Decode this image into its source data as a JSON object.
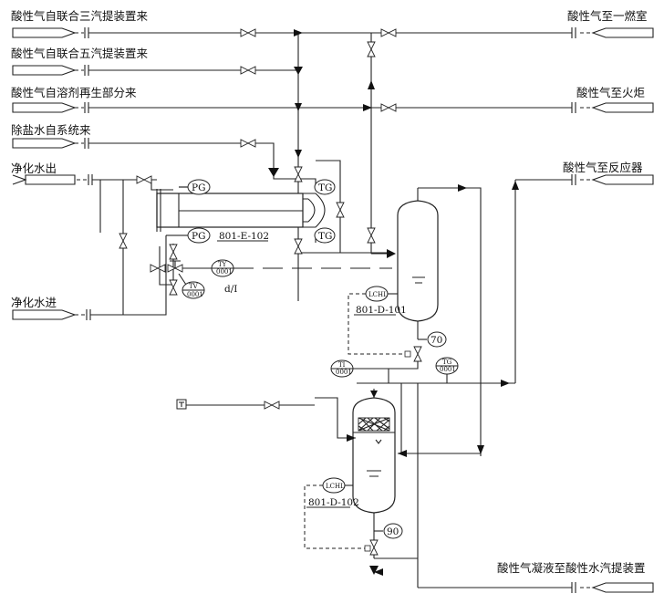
{
  "inlets": {
    "acid_gas_unit3": "酸性气自联合三汽提装置来",
    "acid_gas_unit5": "酸性气自联合五汽提装置来",
    "acid_gas_solvent": "酸性气自溶剂再生部分来",
    "demin_water": "除盐水自系统来",
    "clean_water_out": "净化水出",
    "clean_water_in": "净化水进"
  },
  "outlets": {
    "to_burner": "酸性气至一燃室",
    "to_flare": "酸性气至火炬",
    "to_reactor": "酸性气至反应器",
    "to_stripper": "酸性气凝液至酸性水汽提装置"
  },
  "equipment": {
    "exchanger": "801-E-102",
    "drum_1": "801-D-101",
    "drum_2": "801-D-102"
  },
  "instruments": {
    "pg1": "PG",
    "pg2": "PG",
    "tg1": "TG",
    "tg2": "TG",
    "ty_tag": "TY",
    "ty_num": "0001",
    "tv_tag": "TV",
    "tv_num": "0001",
    "ti_tag": "TI",
    "ti_num": "0001",
    "tg3_tag": "TG",
    "tg3_num": "0001",
    "lchl1": "LCHL",
    "lchl2": "LCHL",
    "lg70": "70",
    "lg90": "90",
    "converter": "d/I"
  }
}
